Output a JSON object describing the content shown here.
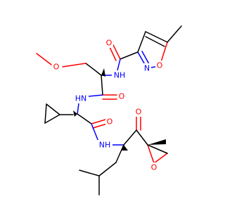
{
  "colors": {
    "carbon_bond": "#000000",
    "oxygen": "#ff0000",
    "nitrogen": "#0000ff",
    "background": "#ffffff"
  },
  "atom_labels": {
    "isoxazole_o": "O",
    "isoxazole_n": "N",
    "amide1_o": "O",
    "amide1_nh": "NH",
    "methoxy_o": "O",
    "amide2_nh": "HN",
    "amide2_o": "O",
    "amide3_o": "O",
    "amide3_nh": "NH",
    "ketone_o": "O",
    "epoxide_o": "O"
  }
}
